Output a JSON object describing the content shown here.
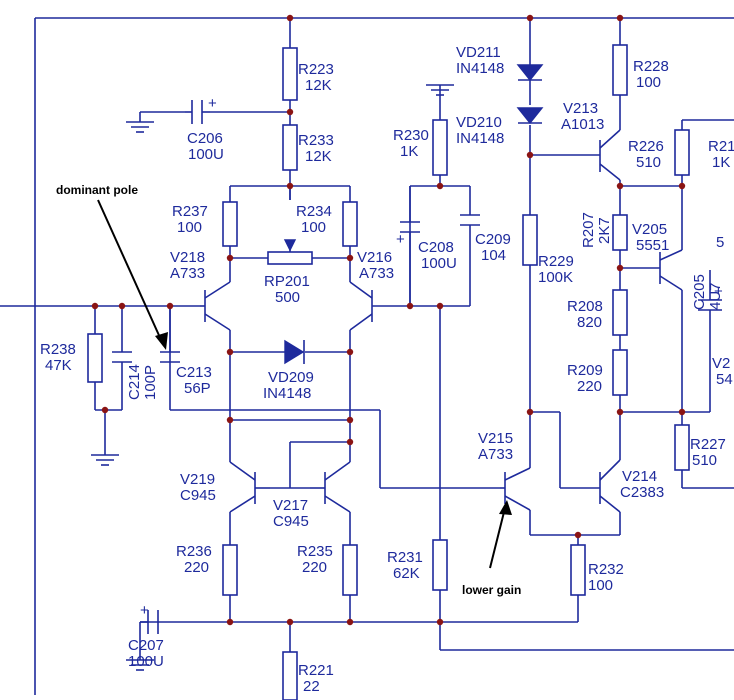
{
  "colors": {
    "wire": "#1e2a9c",
    "node": "#8a1414",
    "annotation": "#000000",
    "background": "#ffffff"
  },
  "annotations": {
    "dominant_pole": "dominant pole",
    "lower_gain": "lower gain"
  },
  "labels": {
    "R223": [
      "R223",
      "12K"
    ],
    "R233": [
      "R233",
      "12K"
    ],
    "C206": [
      "C206",
      "100U"
    ],
    "R237": [
      "R237",
      "100"
    ],
    "R234": [
      "R234",
      "100"
    ],
    "V218": [
      "V218",
      "A733"
    ],
    "RP201": [
      "RP201",
      "500"
    ],
    "V216": [
      "V216",
      "A733"
    ],
    "R230": [
      "R230",
      "1K"
    ],
    "C208": [
      "C208",
      "100U"
    ],
    "C209": [
      "C209",
      "104"
    ],
    "VD211": [
      "VD211",
      "IN4148"
    ],
    "VD210": [
      "VD210",
      "IN4148"
    ],
    "R228": [
      "R228",
      "100"
    ],
    "V213": [
      "V213",
      "A1013"
    ],
    "R226": [
      "R226",
      "510"
    ],
    "R21x": [
      "R21",
      "1K"
    ],
    "R207": [
      "R207",
      "2K7"
    ],
    "V205": [
      "V205",
      "5551"
    ],
    "C205": [
      "C205",
      "4U7"
    ],
    "R229": [
      "R229",
      "100K"
    ],
    "R208": [
      "R208",
      "820"
    ],
    "R209": [
      "R209",
      "220"
    ],
    "V2xx": [
      "V2",
      "54"
    ],
    "R238": [
      "R238",
      "47K"
    ],
    "C214": [
      "C214",
      "100P"
    ],
    "C213": [
      "C213",
      "56P"
    ],
    "VD209": [
      "VD209",
      "IN4148"
    ],
    "V215": [
      "V215",
      "A733"
    ],
    "V214": [
      "V214",
      "C2383"
    ],
    "R227": [
      "R227",
      "510"
    ],
    "V219": [
      "V219",
      "C945"
    ],
    "V217": [
      "V217",
      "C945"
    ],
    "R236": [
      "R236",
      "220"
    ],
    "R235": [
      "R235",
      "220"
    ],
    "R231": [
      "R231",
      "62K"
    ],
    "R232": [
      "R232",
      "100"
    ],
    "C207": [
      "C207",
      "100U"
    ],
    "R221": [
      "R221",
      "22"
    ],
    "V5x": [
      "5"
    ]
  }
}
